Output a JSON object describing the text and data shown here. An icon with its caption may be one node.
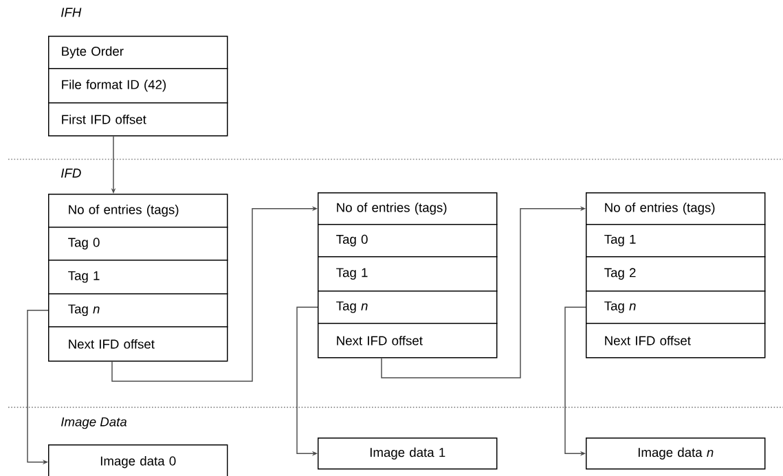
{
  "diagram": {
    "nodes": [
      {
        "text": [
          "Byte Order"
        ]
      },
      {
        "text": [
          "File format ID (42)"
        ]
      },
      {
        "text": [
          "First IFD offset"
        ]
      },
      {
        "text": [
          "No of entries (tags)"
        ]
      },
      {
        "text": [
          "Tag 0"
        ]
      },
      {
        "text": [
          "Tag 1"
        ]
      },
      {
        "text": [
          "Tag *n*"
        ]
      },
      {
        "text": [
          "Next IFD offset"
        ]
      },
      {
        "text": [
          "No of entries (tags)"
        ]
      },
      {
        "text": [
          "Tag 0"
        ]
      },
      {
        "text": [
          "Tag 1"
        ]
      },
      {
        "text": [
          "Tag *n*"
        ]
      },
      {
        "text": [
          "Next IFD offset"
        ]
      },
      {
        "text": [
          "No of entries (tags)"
        ]
      },
      {
        "text": [
          "Tag 1"
        ]
      },
      {
        "text": [
          "Tag 2"
        ]
      },
      {
        "text": [
          "Tag *n*"
        ]
      },
      {
        "text": [
          "Next IFD offset"
        ]
      },
      {
        "text": [
          "Image data 0"
        ]
      },
      {
        "text": [
          "Image data 1"
        ]
      },
      {
        "text": [
          "Image data *n*"
        ]
      }
    ],
    "edges": [
      {
        "from": 2,
        "to": 3,
        "arrow": "to"
      },
      {
        "from": 7,
        "to": 8,
        "arrow": "to"
      },
      {
        "from": 12,
        "to": 13,
        "arrow": "to"
      },
      {
        "from": 6,
        "to": 18,
        "arrow": "to"
      },
      {
        "from": 11,
        "to": 19,
        "arrow": "to"
      },
      {
        "from": 16,
        "to": 20,
        "arrow": "to"
      }
    ],
    "labels": [
      "IFH",
      "IFD",
      "Image Data"
    ]
  }
}
